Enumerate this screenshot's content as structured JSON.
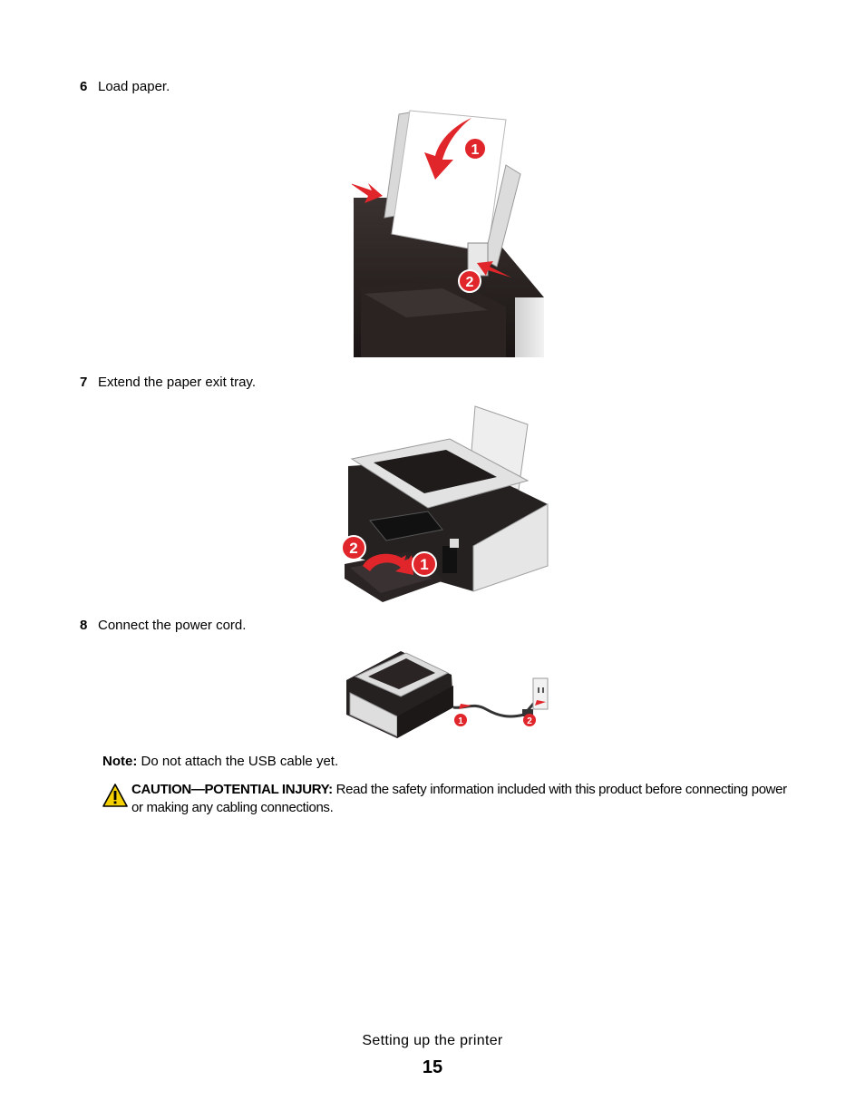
{
  "steps": [
    {
      "number": "6",
      "text": "Load paper."
    },
    {
      "number": "7",
      "text": "Extend the paper exit tray."
    },
    {
      "number": "8",
      "text": "Connect the power cord."
    }
  ],
  "figures": {
    "load_paper": {
      "callouts": [
        "1",
        "2"
      ]
    },
    "exit_tray": {
      "callouts": [
        "1",
        "2"
      ]
    },
    "power_cord": {
      "callouts": [
        "1",
        "2"
      ]
    }
  },
  "note": {
    "label": "Note:",
    "text": " Do not attach the USB cable yet."
  },
  "caution": {
    "label": "CAUTION—POTENTIAL INJURY:",
    "text": " Read the safety information included with this product before connecting power or making any cabling connections.",
    "icon": "warning-triangle-icon"
  },
  "footer": {
    "section": "Setting up the printer",
    "page": "15"
  },
  "colors": {
    "callout_red": "#e0262a",
    "warning_yellow": "#f5d000"
  }
}
